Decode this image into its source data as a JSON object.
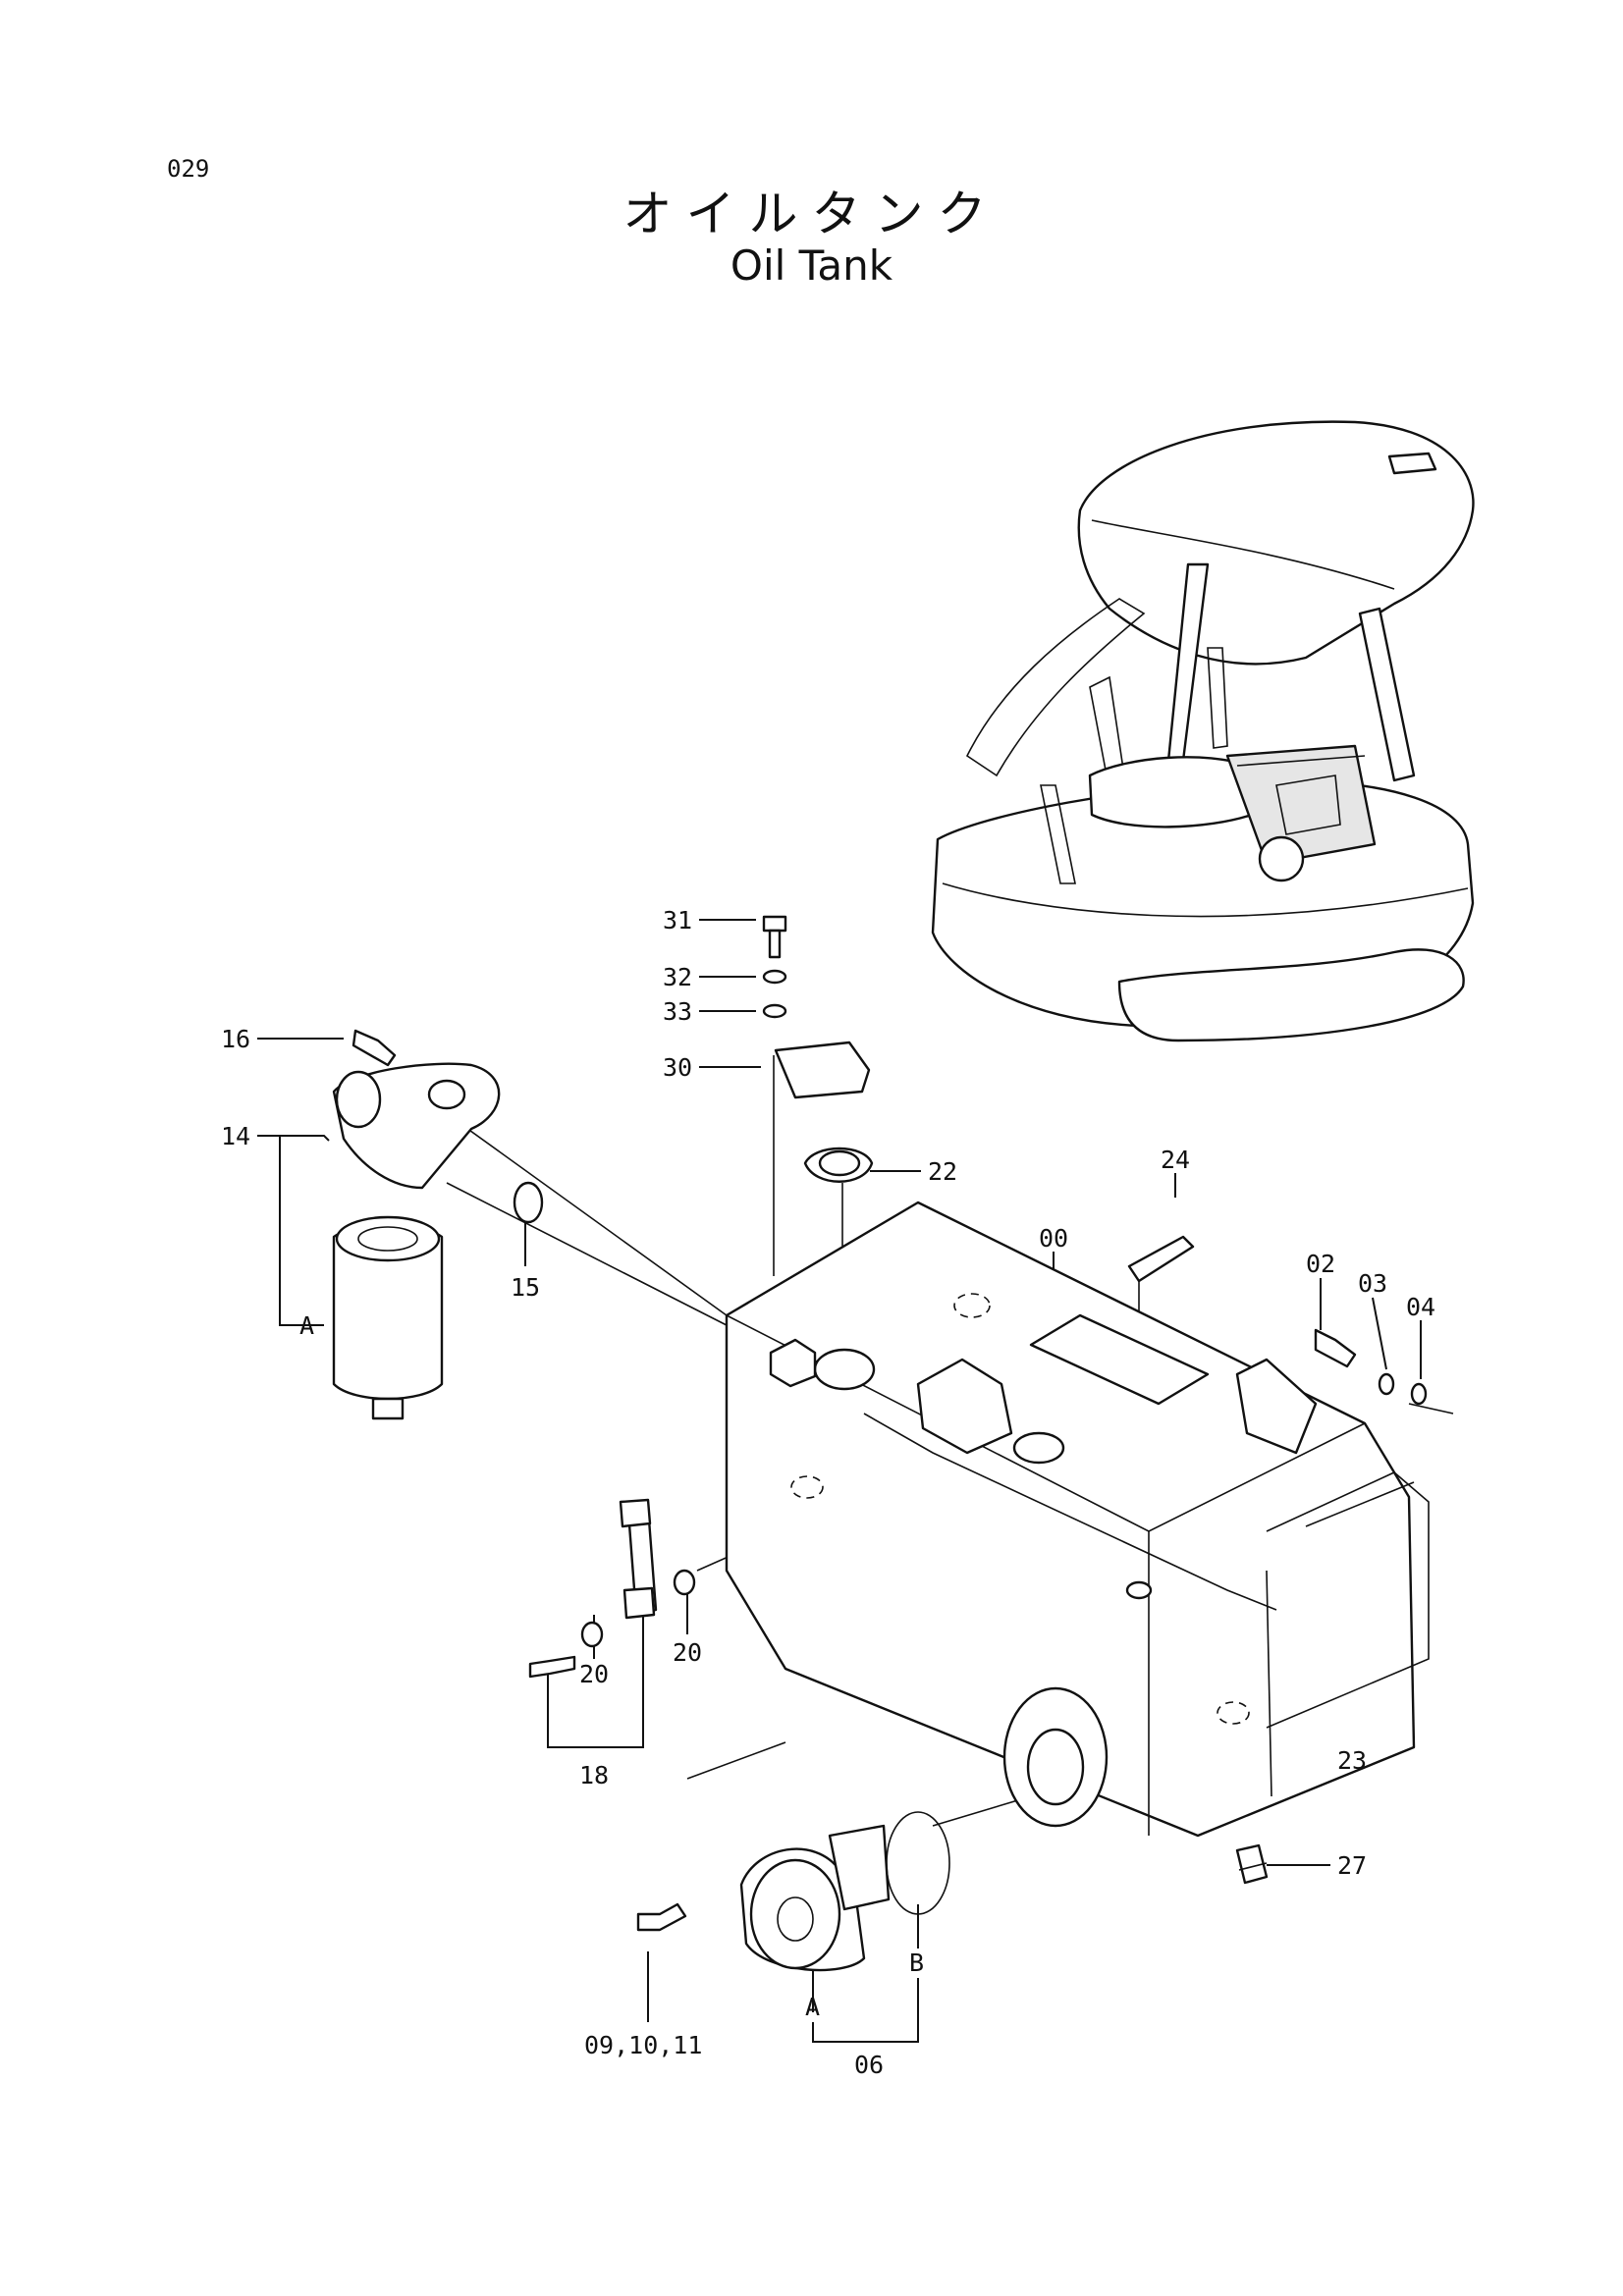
{
  "page_number": "029",
  "title_jp": "オイルタンク",
  "title_en": "Oil Tank",
  "callouts": {
    "c31": "31",
    "c32": "32",
    "c33": "33",
    "c30": "30",
    "c16": "16",
    "c14": "14",
    "cA1": "A",
    "c15": "15",
    "c22": "22",
    "c00": "00",
    "c24": "24",
    "c02": "02",
    "c03": "03",
    "c04": "04",
    "c20a": "20",
    "c20b": "20",
    "c18": "18",
    "c23": "23",
    "c27": "27",
    "c091011": "09,10,11",
    "cA2": "A",
    "cB": "B",
    "c06": "06"
  }
}
